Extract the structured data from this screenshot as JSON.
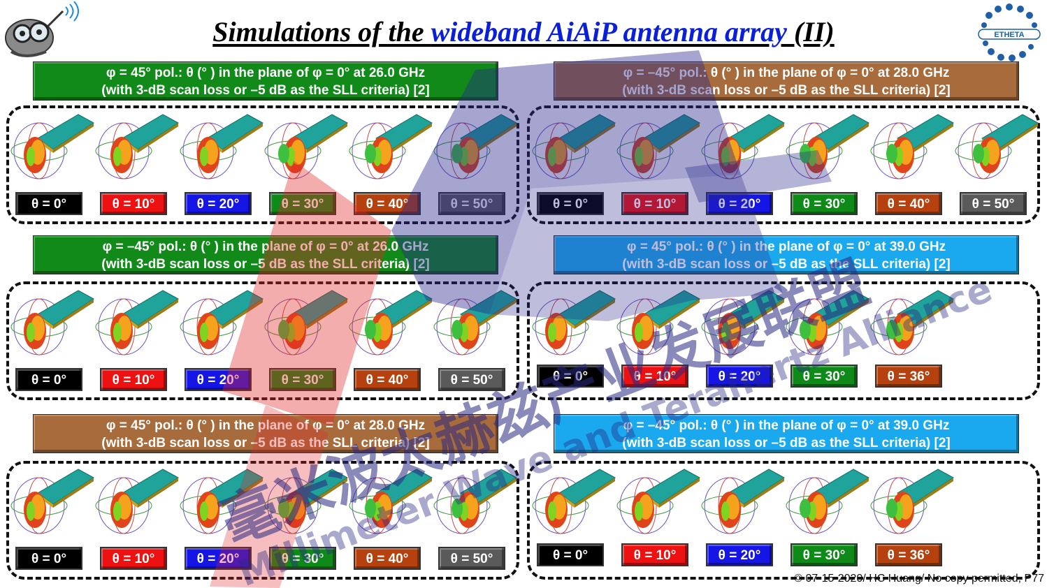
{
  "title": {
    "part1": "Simulations of the ",
    "highlight": "wideband AiAiP antenna array",
    "part2": " (II)"
  },
  "brand_right": "ETHETA",
  "panels": [
    {
      "id": "p1",
      "header_line1": "φ = 45°  pol.: θ (°  ) in the plane of φ = 0°  at 26.0 GHz",
      "header_line2": "(with 3-dB scan loss or –5 dB as the SLL criteria) [2]",
      "labels": [
        "θ = 0°",
        "θ = 10°",
        "θ = 20°",
        "θ = 30°",
        "θ = 40°",
        "θ = 50°"
      ]
    },
    {
      "id": "p2",
      "header_line1": "φ = –45°  pol.: θ (°  ) in the plane of φ = 0°  at 28.0 GHz",
      "header_line2": "(with 3-dB scan loss or –5 dB as the SLL criteria) [2]",
      "labels": [
        "θ = 0°",
        "θ = 10°",
        "θ = 20°",
        "θ = 30°",
        "θ = 40°",
        "θ = 50°"
      ]
    },
    {
      "id": "p3",
      "header_line1": "φ = –45°  pol.: θ (°  ) in the plane of φ = 0°  at 26.0 GHz",
      "header_line2": "(with 3-dB scan loss or –5 dB as the SLL criteria) [2]",
      "labels": [
        "θ = 0°",
        "θ = 10°",
        "θ = 20°",
        "θ = 30°",
        "θ = 40°",
        "θ = 50°"
      ]
    },
    {
      "id": "p4",
      "header_line1": "φ = 45°  pol.: θ (°  ) in the plane of φ = 0°  at 39.0 GHz",
      "header_line2": "(with 3-dB scan loss or –5 dB as the SLL criteria) [2]",
      "labels": [
        "θ = 0°",
        "θ = 10°",
        "θ = 20°",
        "θ = 30°",
        "θ = 36°"
      ]
    },
    {
      "id": "p5",
      "header_line1": "φ = 45°  pol.: θ (°  ) in the plane of φ = 0°  at 28.0 GHz",
      "header_line2": "(with 3-dB scan loss or –5 dB as the SLL criteria) [2]",
      "labels": [
        "θ = 0°",
        "θ = 10°",
        "θ = 20°",
        "θ = 30°",
        "θ = 40°",
        "θ = 50°"
      ]
    },
    {
      "id": "p6",
      "header_line1": "φ = –45°  pol.: θ (°  ) in the plane of φ = 0°  at 39.0 GHz",
      "header_line2": "(with 3-dB scan loss or –5 dB as the SLL criteria) [2]",
      "labels": [
        "θ = 0°",
        "θ = 10°",
        "θ = 20°",
        "θ = 30°",
        "θ = 36°"
      ]
    }
  ],
  "watermark": {
    "chinese": "毫米波太赫兹产业发展联盟",
    "english": "Millimeter Wave and Terahertz Alliance"
  },
  "footer": "© 07-15-2020/ HC Huang/ No copy permitted, P77",
  "colors": {
    "title_highlight": "#0a1fd8",
    "header_green": "#118a1a",
    "header_brown": "#a86b3c",
    "header_cyan": "#1aa9ee",
    "board": "#1fa39a"
  }
}
